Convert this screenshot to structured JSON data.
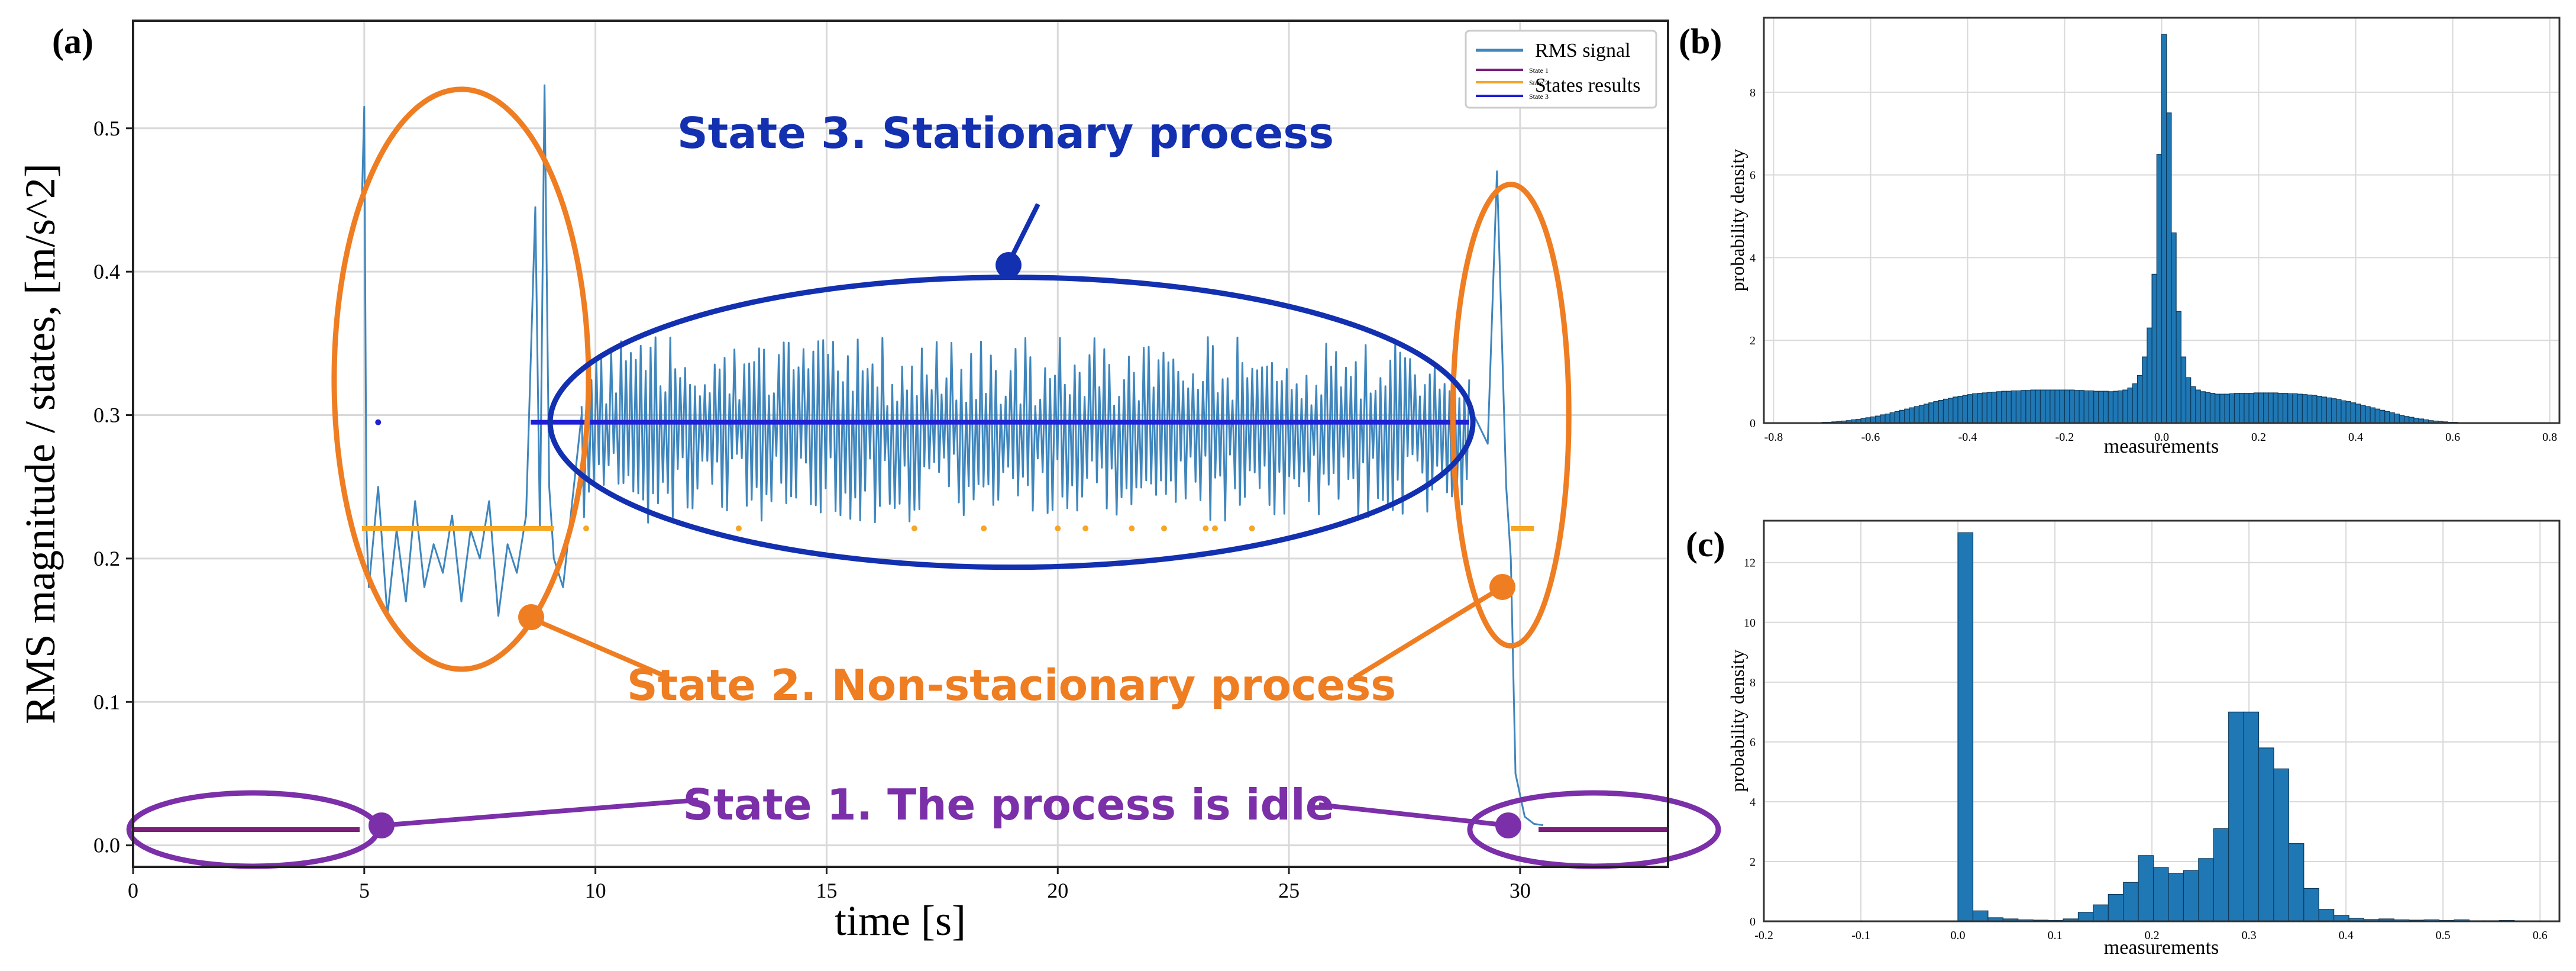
{
  "figure": {
    "annotations": {
      "state3": "State 3. Stationary process",
      "state2": "State 2. Non-stacionary process",
      "state1": "State 1. The process is idle"
    },
    "colors": {
      "rms": "#3f86bd",
      "state1": "#7a1f7a",
      "state2": "#f5a623",
      "state3": "#1f1fd6",
      "ann_orange": "#ef7d22",
      "ann_blue": "#1230b0",
      "ann_purple": "#7b2fa8",
      "hist": "#1f77b4",
      "grid": "#d9d9d9"
    }
  },
  "chart_data": [
    {
      "panel_label": "(a)",
      "type": "line",
      "xlabel": "time [s]",
      "ylabel": "RMS magnitude / states, [m/s^2]",
      "xlim": [
        0,
        33.2
      ],
      "ylim": [
        -0.015,
        0.575
      ],
      "xticks": [
        "0",
        "5",
        "10",
        "15",
        "20",
        "25",
        "30"
      ],
      "yticks": [
        "0.0",
        "0.1",
        "0.2",
        "0.3",
        "0.4",
        "0.5"
      ],
      "grid": true,
      "legend_position": "top-right",
      "legend": {
        "rms": "RMS signal",
        "state1": "State 1",
        "state2": "State 2",
        "state3": "State 3",
        "states_results": "States results"
      },
      "series": [
        {
          "name": "RMS signal",
          "segments": [
            {
              "x": [
                0,
                4.9
              ],
              "y": [
                0.011,
                0.011
              ]
            },
            {
              "x": [
                4.95,
                5.0,
                5.05,
                5.1,
                5.3,
                5.5,
                5.7,
                5.9,
                6.1,
                6.3,
                6.5,
                6.7,
                6.9,
                7.1,
                7.3,
                7.5,
                7.7,
                7.9,
                8.1,
                8.3,
                8.5,
                8.7,
                8.8,
                8.9,
                9.0,
                9.1,
                9.3,
                9.5,
                9.7
              ],
              "y": [
                0.45,
                0.515,
                0.22,
                0.18,
                0.25,
                0.16,
                0.22,
                0.17,
                0.24,
                0.18,
                0.21,
                0.19,
                0.23,
                0.17,
                0.22,
                0.2,
                0.24,
                0.16,
                0.21,
                0.19,
                0.23,
                0.445,
                0.22,
                0.53,
                0.25,
                0.2,
                0.18,
                0.24,
                0.3
              ]
            },
            {
              "x_range": [
                9.7,
                28.9
              ],
              "center": 0.29,
              "low": 0.225,
              "high": 0.355,
              "count": 360
            },
            {
              "x": [
                29.0,
                29.3,
                29.5,
                29.7,
                29.8,
                29.9,
                30.1,
                30.3,
                30.5
              ],
              "y": [
                0.3,
                0.28,
                0.47,
                0.25,
                0.2,
                0.05,
                0.02,
                0.015,
                0.014
              ]
            }
          ]
        },
        {
          "name": "State 1",
          "segments": [
            {
              "x": [
                0,
                4.9
              ],
              "y": [
                0.011,
                0.011
              ]
            },
            {
              "x": [
                30.4,
                33.2
              ],
              "y": [
                0.011,
                0.011
              ]
            }
          ]
        },
        {
          "name": "State 2",
          "segments": [
            {
              "x": [
                4.95,
                9.1
              ],
              "y": [
                0.221,
                0.221
              ]
            },
            {
              "x": [
                29.8,
                30.3
              ],
              "y": [
                0.221,
                0.221
              ]
            }
          ],
          "points": {
            "x": [
              9.8,
              13.1,
              16.9,
              18.4,
              20.0,
              20.6,
              21.6,
              22.3,
              23.2,
              23.4,
              24.2
            ],
            "y": [
              0.221,
              0.221,
              0.221,
              0.221,
              0.221,
              0.221,
              0.221,
              0.221,
              0.221,
              0.221,
              0.221
            ]
          }
        },
        {
          "name": "State 3",
          "segments": [
            {
              "x": [
                8.6,
                28.9
              ],
              "y": [
                0.295,
                0.295
              ]
            }
          ],
          "points": {
            "x": [
              5.3
            ],
            "y": [
              0.295
            ]
          }
        }
      ]
    },
    {
      "panel_label": "(b)",
      "type": "bar",
      "xlabel": "measurements",
      "ylabel": "probability density",
      "xlim": [
        -0.82,
        0.82
      ],
      "ylim": [
        0,
        9.8
      ],
      "xticks": [
        "-0.8",
        "-0.6",
        "-0.4",
        "-0.2",
        "0.0",
        "0.2",
        "0.4",
        "0.6",
        "0.8"
      ],
      "yticks": [
        "0",
        "2",
        "4",
        "6",
        "8"
      ],
      "grid": true,
      "bins": {
        "start": -0.7,
        "width": 0.01,
        "values": [
          0.02,
          0.02,
          0.03,
          0.04,
          0.05,
          0.06,
          0.08,
          0.09,
          0.11,
          0.13,
          0.15,
          0.17,
          0.2,
          0.22,
          0.25,
          0.28,
          0.31,
          0.34,
          0.37,
          0.4,
          0.43,
          0.46,
          0.49,
          0.52,
          0.55,
          0.58,
          0.6,
          0.63,
          0.65,
          0.67,
          0.69,
          0.71,
          0.72,
          0.73,
          0.74,
          0.75,
          0.76,
          0.77,
          0.77,
          0.78,
          0.78,
          0.79,
          0.79,
          0.8,
          0.8,
          0.8,
          0.8,
          0.8,
          0.8,
          0.8,
          0.8,
          0.8,
          0.79,
          0.79,
          0.78,
          0.78,
          0.77,
          0.77,
          0.77,
          0.76,
          0.77,
          0.78,
          0.8,
          0.85,
          0.95,
          1.15,
          1.6,
          2.3,
          3.6,
          6.5,
          9.4,
          7.5,
          4.6,
          2.7,
          1.6,
          1.1,
          0.88,
          0.8,
          0.76,
          0.74,
          0.72,
          0.7,
          0.7,
          0.7,
          0.71,
          0.72,
          0.72,
          0.72,
          0.72,
          0.73,
          0.73,
          0.73,
          0.73,
          0.73,
          0.72,
          0.72,
          0.71,
          0.71,
          0.7,
          0.69,
          0.68,
          0.67,
          0.65,
          0.63,
          0.61,
          0.59,
          0.57,
          0.54,
          0.52,
          0.49,
          0.46,
          0.43,
          0.4,
          0.37,
          0.34,
          0.31,
          0.28,
          0.25,
          0.22,
          0.19,
          0.16,
          0.14,
          0.12,
          0.1,
          0.08,
          0.06,
          0.05,
          0.04,
          0.03,
          0.02,
          0.02,
          0.01,
          0.01,
          0.01,
          0.01,
          0.01,
          0.01
        ]
      }
    },
    {
      "panel_label": "(c)",
      "type": "bar",
      "xlabel": "measurements",
      "ylabel": "probability density",
      "xlim": [
        -0.2,
        0.62
      ],
      "ylim": [
        0,
        13.4
      ],
      "xticks": [
        "-0.2",
        "-0.1",
        "0.0",
        "0.1",
        "0.2",
        "0.3",
        "0.4",
        "0.5",
        "0.6"
      ],
      "yticks": [
        "0",
        "2",
        "4",
        "6",
        "8",
        "10",
        "12"
      ],
      "grid": true,
      "bins": {
        "start": 0.0,
        "width": 0.0155,
        "values": [
          13.0,
          0.35,
          0.12,
          0.08,
          0.05,
          0.04,
          0.03,
          0.08,
          0.3,
          0.55,
          0.9,
          1.3,
          2.2,
          1.8,
          1.6,
          1.7,
          2.1,
          3.1,
          7.0,
          7.0,
          5.8,
          5.1,
          2.6,
          1.1,
          0.4,
          0.2,
          0.1,
          0.06,
          0.08,
          0.05,
          0.04,
          0.05,
          0.03,
          0.05,
          0.02,
          0.02,
          0.03
        ]
      }
    }
  ]
}
